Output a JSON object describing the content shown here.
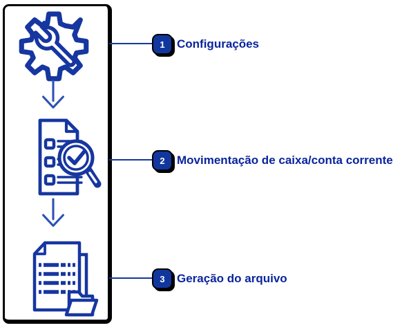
{
  "diagram": {
    "steps": [
      {
        "number": "1",
        "label": "Configurações",
        "icon": "gear-wrench-icon"
      },
      {
        "number": "2",
        "label": "Movimentação de caixa/conta corrente",
        "icon": "checklist-magnifier-icon"
      },
      {
        "number": "3",
        "label": "Geração do arquivo",
        "icon": "documents-folder-icon"
      }
    ],
    "colors": {
      "icon_stroke": "#1636a0",
      "arrow": "#2c52b4",
      "label_text": "#0a249c",
      "badge_fill": "#11379e",
      "badge_number": "#ffffff",
      "connector": "#16379e",
      "box_outline": "#000000",
      "background": "#ffffff"
    }
  }
}
